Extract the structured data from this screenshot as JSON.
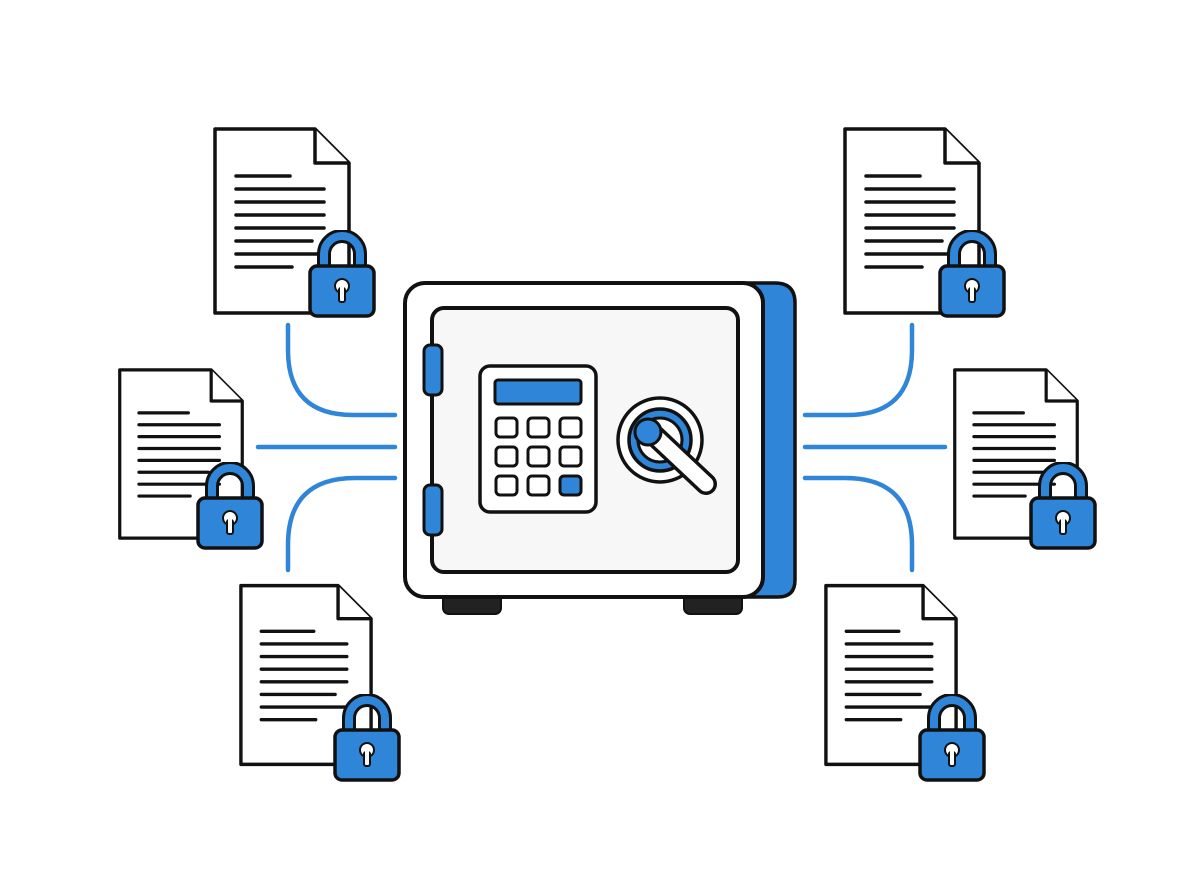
{
  "colors": {
    "accent": "#2f86d9",
    "outline": "#111111",
    "paper": "#ffffff",
    "safe_face": "#f7f7f7",
    "feet": "#222222"
  },
  "icons": {
    "safe": "safe-icon",
    "document": "document-icon",
    "lock": "padlock-icon",
    "keypad": "keypad-icon",
    "dial": "dial-handle-icon"
  },
  "diagram": {
    "documents_count_left": 3,
    "documents_count_right": 3,
    "keypad_keys": 9,
    "highlighted_key": 9
  }
}
